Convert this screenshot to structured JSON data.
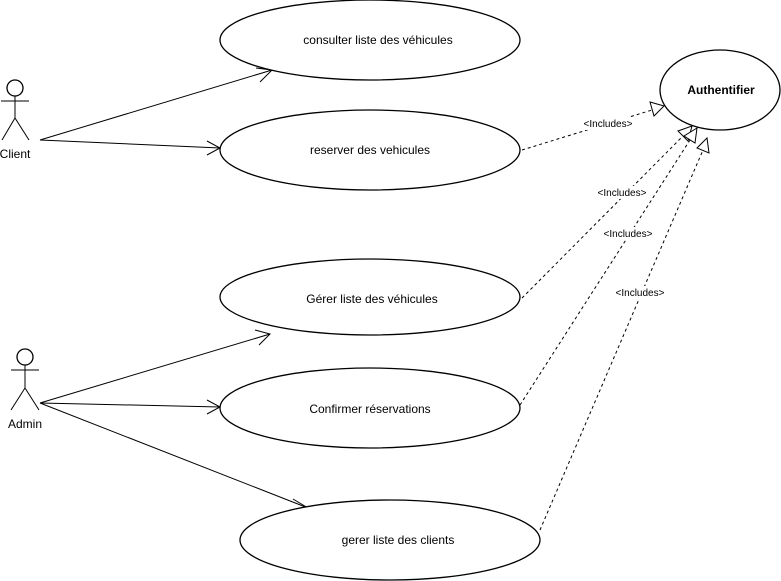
{
  "actors": {
    "client": {
      "label": "Client"
    },
    "admin": {
      "label": "Admin"
    }
  },
  "use_cases": {
    "consulter": {
      "label": "consulter liste des véhicules"
    },
    "reserver": {
      "label": "reserver des vehicules"
    },
    "gerer_vehicules": {
      "label": "Gérer liste des véhicules"
    },
    "confirmer": {
      "label": "Confirmer réservations"
    },
    "gerer_clients": {
      "label": "gerer liste des clients"
    },
    "authentifier": {
      "label": "Authentifier"
    }
  },
  "relations": {
    "include_label": "<Includes>"
  },
  "colors": {
    "stroke": "#000000",
    "fill": "#ffffff"
  }
}
